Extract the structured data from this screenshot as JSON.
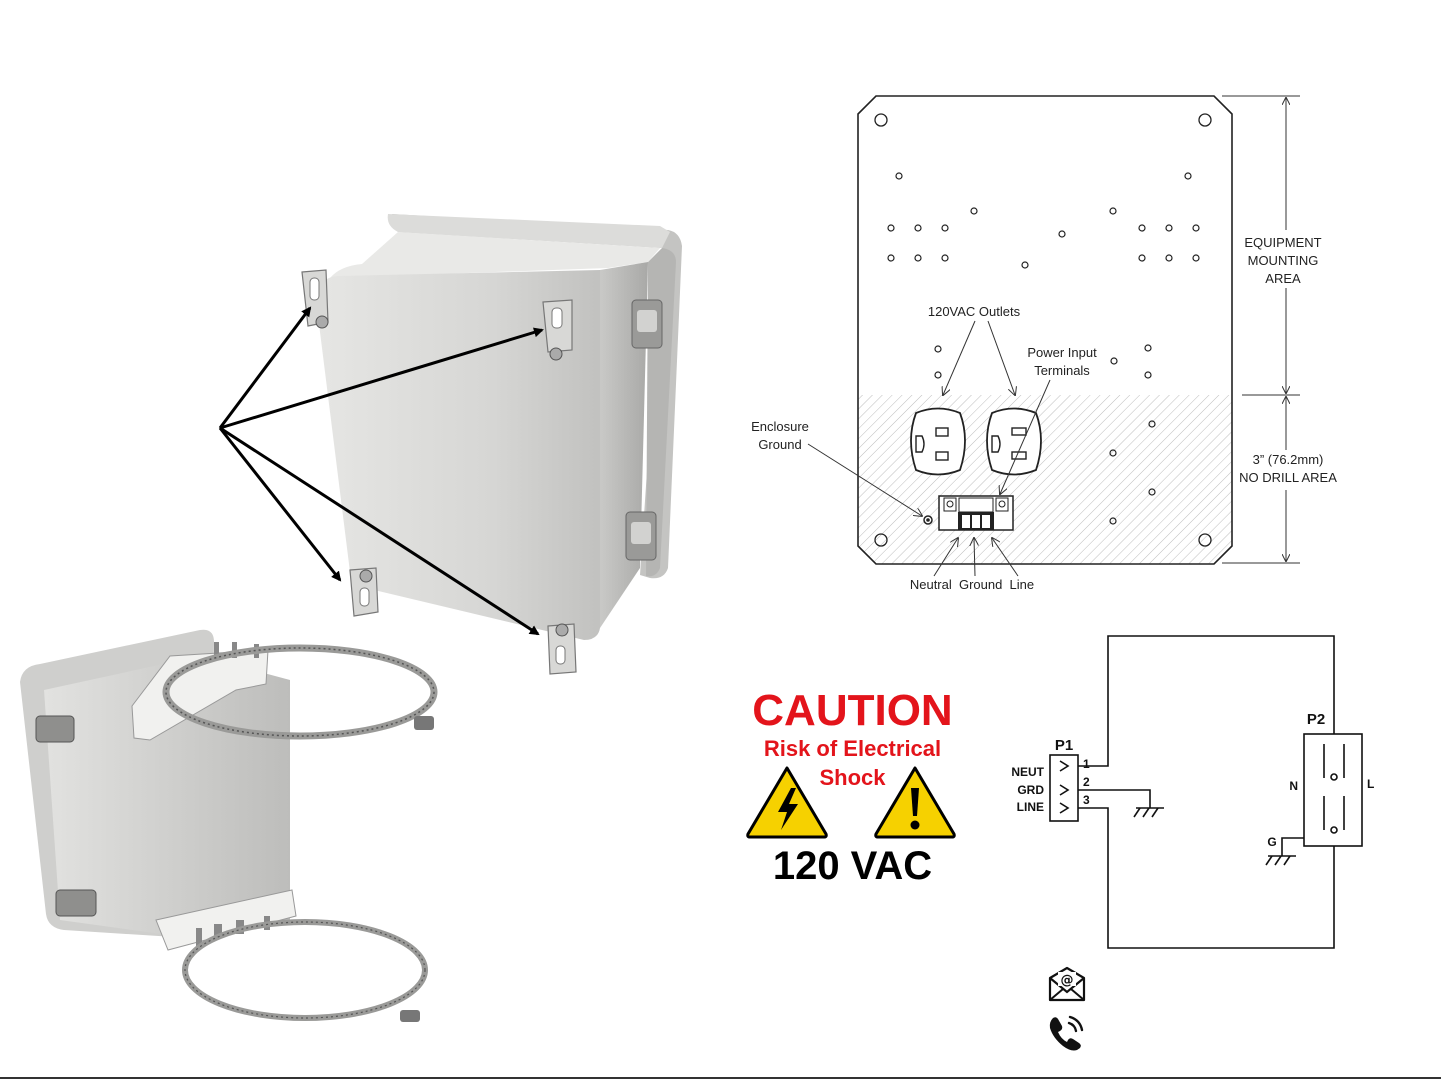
{
  "mounting_plate": {
    "outlets_label": "120VAC Outlets",
    "power_input_label_1": "Power Input",
    "power_input_label_2": "Terminals",
    "enclosure_ground_label_1": "Enclosure",
    "enclosure_ground_label_2": "Ground",
    "terminal_labels": "Neutral  Ground  Line",
    "equipment_label_1": "EQUIPMENT",
    "equipment_label_2": "MOUNTING",
    "equipment_label_3": "AREA",
    "no_drill_label_1": "3” (76.2mm)",
    "no_drill_label_2": "NO DRILL AREA"
  },
  "caution": {
    "title": "CAUTION",
    "line1": "Risk of Electrical",
    "line2": "Shock",
    "voltage": "120 VAC",
    "colors": {
      "red": "#e3141b",
      "yellow": "#f6d100"
    }
  },
  "schematic": {
    "p1_label": "P1",
    "p2_label": "P2",
    "pin_names": [
      "NEUT",
      "GRD",
      "LINE"
    ],
    "pin_numbers": [
      "1",
      "2",
      "3"
    ],
    "n_label": "N",
    "l_label": "L",
    "g_label": "G"
  },
  "icons": [
    "envelope-at-icon",
    "phone-ringing-icon"
  ]
}
